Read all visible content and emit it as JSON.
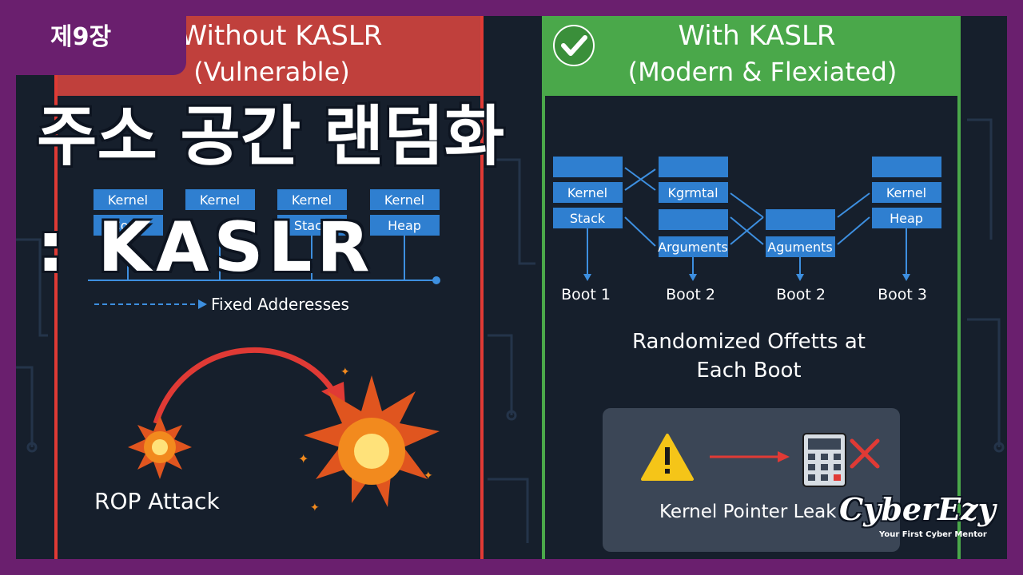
{
  "chapter": "제9장",
  "title": {
    "line1": "주소 공간 랜덤화",
    "line2": ": KASLR"
  },
  "left_panel": {
    "header_line1": "Without KASLR",
    "header_line2": "(Vulnerable)",
    "boxes_row1": [
      "Kernel",
      "Kernel",
      "Kernel",
      "Kernel"
    ],
    "boxes_row2": [
      "Code",
      "Stack",
      "Heap"
    ],
    "fixed_label": "Fixed Adderesses",
    "attack_label": "ROP Attack",
    "accent": "#e03a35"
  },
  "right_panel": {
    "header_line1": "With KASLR",
    "header_line2": "(Modern & Flexiated)",
    "check_icon": "check-circle-icon",
    "columns": [
      {
        "boxes": [
          "",
          "Kernel",
          "Stack"
        ],
        "boot": "Boot 1"
      },
      {
        "boxes": [
          "",
          "Kgrmtal",
          "",
          "Arguments"
        ],
        "boot": "Boot 2"
      },
      {
        "boxes": [
          "",
          "Aguments"
        ],
        "boot": "Boot 2"
      },
      {
        "boxes": [
          "",
          "Kernel",
          "Heap"
        ],
        "boot": "Boot 3"
      }
    ],
    "caption_line1": "Randomized Offetts at",
    "caption_line2": "Each Boot",
    "leak_label": "Kernel Pointer Leak",
    "warning_icon": "warning-icon",
    "calculator_icon": "calculator-icon",
    "cross_icon": "cross-icon",
    "accent": "#4aa84a"
  },
  "logo": {
    "name": "CyberEzy",
    "tagline": "Your First Cyber Mentor"
  },
  "colors": {
    "frame": "#6a1f6e",
    "background": "#161f2c",
    "box": "#2f7fd0",
    "danger": "#e03a35",
    "safe": "#4aa84a"
  }
}
